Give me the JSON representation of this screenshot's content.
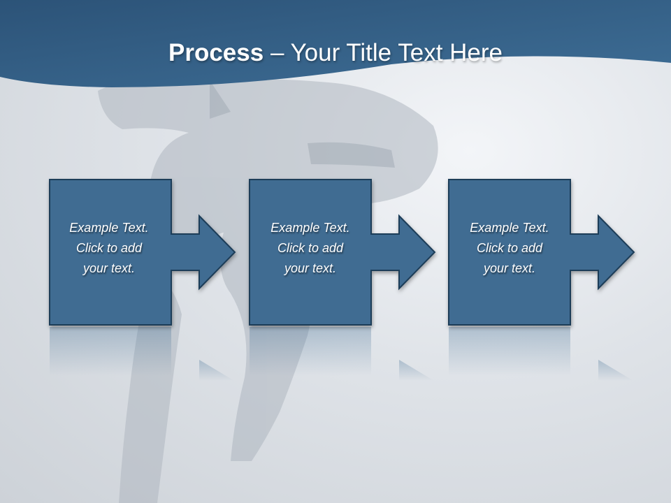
{
  "title": {
    "bold": "Process",
    "rest": " – Your Title Text Here"
  },
  "colors": {
    "header": "#2f5a80",
    "box_fill": "#3f6c92",
    "box_border": "#1f3d58"
  },
  "steps": [
    {
      "lines": [
        "Example Text.",
        "Click  to add",
        "your text."
      ]
    },
    {
      "lines": [
        "Example Text.",
        "Click  to add",
        "your text."
      ]
    },
    {
      "lines": [
        "Example Text.",
        "Click  to add",
        "your text."
      ]
    }
  ]
}
